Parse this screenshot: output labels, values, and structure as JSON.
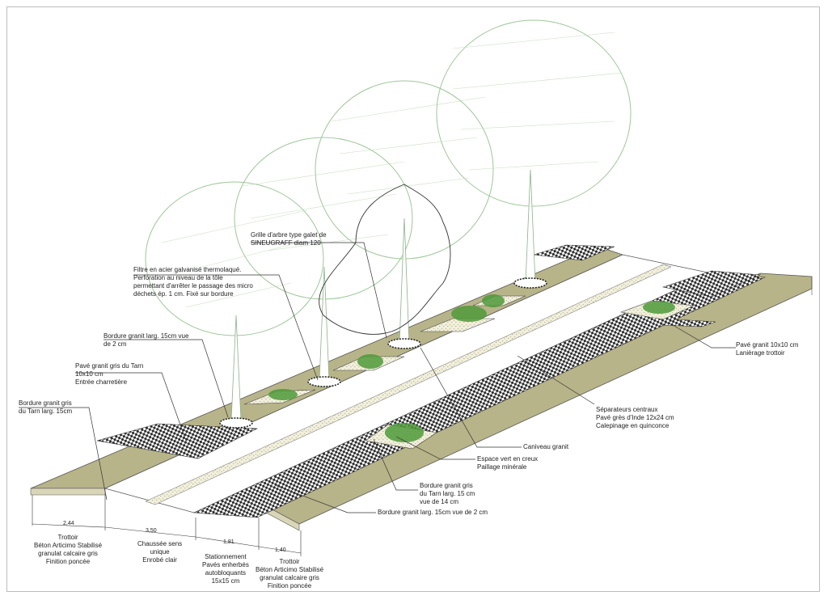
{
  "callouts": {
    "grille_arbre": [
      "Grille d'arbre type galet de",
      "SINEUGRAFF diam 120"
    ],
    "filtre": [
      "Filtre en acier galvanisé thermolaqué.",
      "Perforation au niveau de la tôle",
      "permettant d'arrêter le passage des micro",
      "déchets ép. 1 cm. Fixé sur bordure"
    ],
    "bordure_15_vue2": [
      "Bordure granit larg. 15cm vue",
      "de 2 cm"
    ],
    "pave_tarn": [
      "Pavé granit gris du Tarn",
      "10x10 cm",
      "Entrée charretière"
    ],
    "bordure_tarn": [
      "Bordure granit gris",
      "du Tarn larg. 15cm"
    ],
    "pave_10x10": [
      "Pavé granit 10x10 cm",
      "Lanièrage trottoir"
    ],
    "separateurs": [
      "Séparateurs centraux",
      "Pavé grès d'Inde 12x24 cm",
      "Calepinage en quinconce"
    ],
    "caniveau": [
      "Caniveau granit"
    ],
    "espace_vert": [
      "Espace vert en creux",
      "Paillage minérale"
    ],
    "bordure_tarn_14": [
      "Bordure granit gris",
      "du Tarn larg. 15 cm",
      "vue de 14 cm"
    ],
    "bordure_bottom": [
      "Bordure granit larg. 15cm vue de 2 cm"
    ]
  },
  "dimensions": {
    "d1": "2,44",
    "d2": "3,50",
    "d3": "1,81",
    "d4": "1,40"
  },
  "section_labels": {
    "trottoir_left": [
      "Trottoir",
      "Béton Articimo Stabilisé",
      "granulat calcaire gris",
      "Finition poncée"
    ],
    "chaussee": [
      "Chaussée sens",
      "unique",
      "Enrobé clair"
    ],
    "stationnement": [
      "Stationnement",
      "Pavés enherbés",
      "autobloquants",
      "15x15 cm"
    ],
    "trottoir_right": [
      "Trottoir",
      "Béton Articimo Stabilisé",
      "granulat calcaire gris",
      "Finition poncée"
    ]
  },
  "colors": {
    "sidewalk": "#b8b489",
    "road": "#ffffff",
    "paving": "#3a3a3a",
    "planting": "#4f9a3a",
    "tree": "#9fc79a"
  }
}
